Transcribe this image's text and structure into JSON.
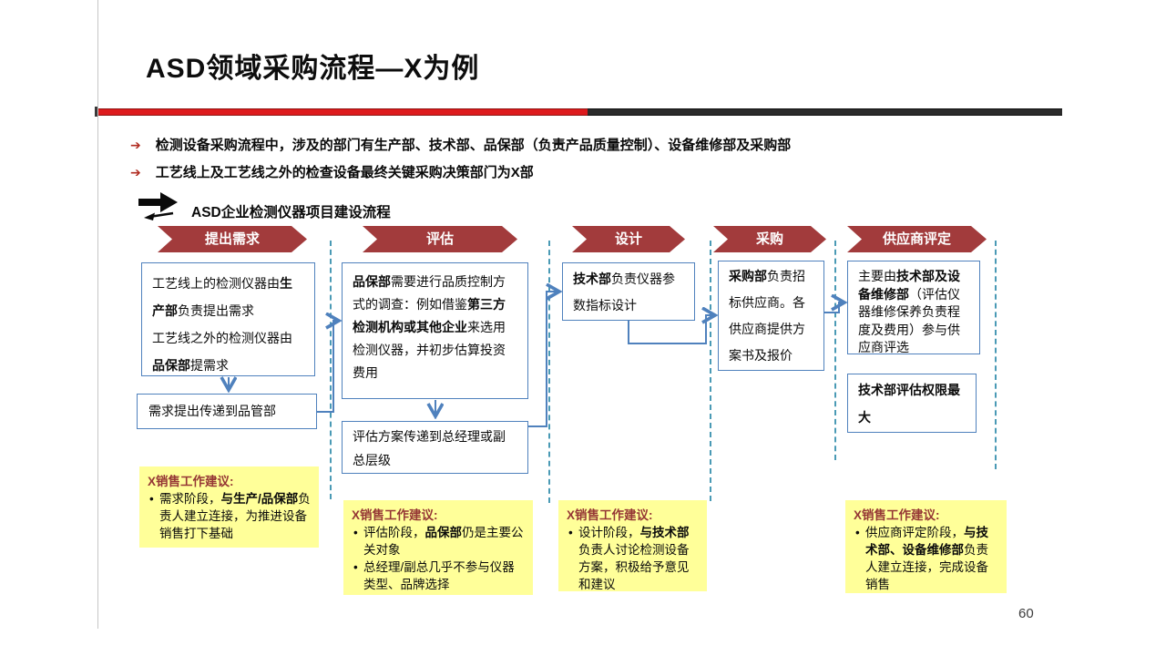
{
  "slide": {
    "title": "ASD领域采购流程—X为例",
    "page_number": "60",
    "bullets": [
      "检测设备采购流程中，涉及的部门有生产部、技术部、品保部（负责产品质量控制）、设备维修部及采购部",
      "工艺线上及工艺线之外的检查设备最终关键采购决策部门为X部"
    ],
    "flow_title": "ASD企业检测仪器项目建设流程"
  },
  "stages": [
    "提出需求",
    "评估",
    "设计",
    "采购",
    "供应商评定"
  ],
  "boxes": {
    "a1_p1": [
      {
        "t": "工艺线上的检测仪器由",
        "b": false
      },
      {
        "t": "生产部",
        "b": true
      },
      {
        "t": "负责提出需求",
        "b": false
      }
    ],
    "a1_p2": [
      {
        "t": "工艺线之外的检测仪器由",
        "b": false
      },
      {
        "t": "品保部",
        "b": true
      },
      {
        "t": "提需求",
        "b": false
      }
    ],
    "a2": [
      {
        "t": "需求提出传递到品管部",
        "b": false
      }
    ],
    "b1": [
      {
        "t": "品保部",
        "b": true
      },
      {
        "t": "需要进行品质控制方式的调查：例如借鉴",
        "b": false
      },
      {
        "t": "第三方检测机构或其他企业",
        "b": true
      },
      {
        "t": "来选用检测仪器，并初步估算投资费用",
        "b": false
      }
    ],
    "b2": [
      {
        "t": "评估方案传递到总经理或副总层级",
        "b": false
      }
    ],
    "c1": [
      {
        "t": "技术部",
        "b": true
      },
      {
        "t": "负责仪器参数指标设计",
        "b": false
      }
    ],
    "d1": [
      {
        "t": "采购部",
        "b": true
      },
      {
        "t": "负责招标供应商。各供应商提供方案书及报价",
        "b": false
      }
    ],
    "e1": [
      {
        "t": "主要由",
        "b": false
      },
      {
        "t": "技术部及设备维修部",
        "b": true
      },
      {
        "t": "（评估仪器维修保养负责程度及费用）参与供应商评选",
        "b": false
      }
    ],
    "e2": [
      {
        "t": "技术部评估权限最大",
        "b": true
      }
    ]
  },
  "notes": [
    {
      "title": "X销售工作建议:",
      "items": [
        [
          {
            "t": "需求阶段，",
            "b": false
          },
          {
            "t": "与生产/品保部",
            "b": true
          },
          {
            "t": "负责人建立连接，为推进设备销售打下基础",
            "b": false
          }
        ]
      ]
    },
    {
      "title": "X销售工作建议:",
      "items": [
        [
          {
            "t": "评估阶段，",
            "b": false
          },
          {
            "t": "品保部",
            "b": true
          },
          {
            "t": "仍是主要公关对象",
            "b": false
          }
        ],
        [
          {
            "t": "总经理/副总几乎不参与仪器类型、品牌选择",
            "b": false
          }
        ]
      ]
    },
    {
      "title": "X销售工作建议:",
      "items": [
        [
          {
            "t": "设计阶段，",
            "b": false
          },
          {
            "t": "与技术部",
            "b": true
          },
          {
            "t": "负责人讨论检测设备方案，积极给予意见和建议",
            "b": false
          }
        ]
      ]
    },
    {
      "title": "X销售工作建议:",
      "items": [
        [
          {
            "t": "供应商评定阶段，",
            "b": false
          },
          {
            "t": "与技术部、设备维修部",
            "b": true
          },
          {
            "t": "负责人建立连接，完成设备销售",
            "b": false
          }
        ]
      ]
    }
  ],
  "colors": {
    "banner": "#a23b3c",
    "box_border": "#4f81bd",
    "connector": "#4f81bd",
    "dashed": "#4a9ab5",
    "note_bg": "#ffff99",
    "note_title": "#953735",
    "divider_red": "#dd1a1d",
    "divider_dark": "#2b2b2b",
    "bullet_arrow": "#b02b20"
  }
}
